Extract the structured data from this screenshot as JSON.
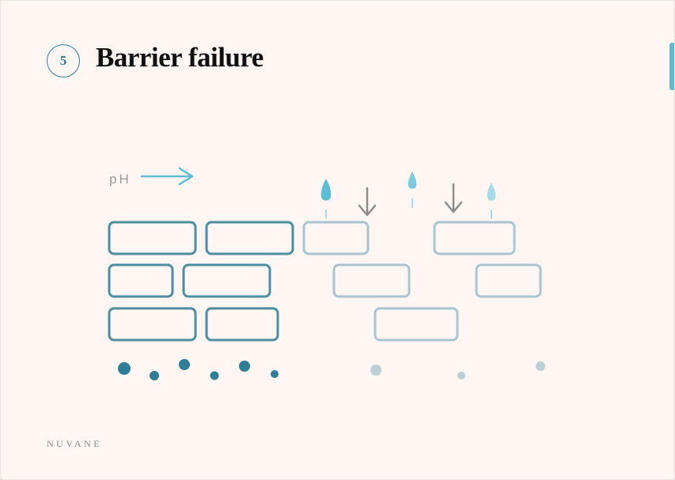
{
  "slide": {
    "step_number": "5",
    "title": "Barrier failure",
    "brand": "NUVANE"
  },
  "diagram": {
    "ph_label": "pH",
    "colors": {
      "healthy": "#4e8ea3",
      "damaged": "#a9c6d0",
      "ph_arrow": "#5cbcd4",
      "droplet_dark": "#5cbcd4",
      "droplet_light": "#a7dbe8",
      "down_arrow": "#8c8c8c",
      "particle_dark": "#2f7e97",
      "particle_light": "#bccfd6"
    },
    "icons": [
      "ph-arrow-icon",
      "droplet-icon",
      "down-arrow-icon"
    ]
  }
}
